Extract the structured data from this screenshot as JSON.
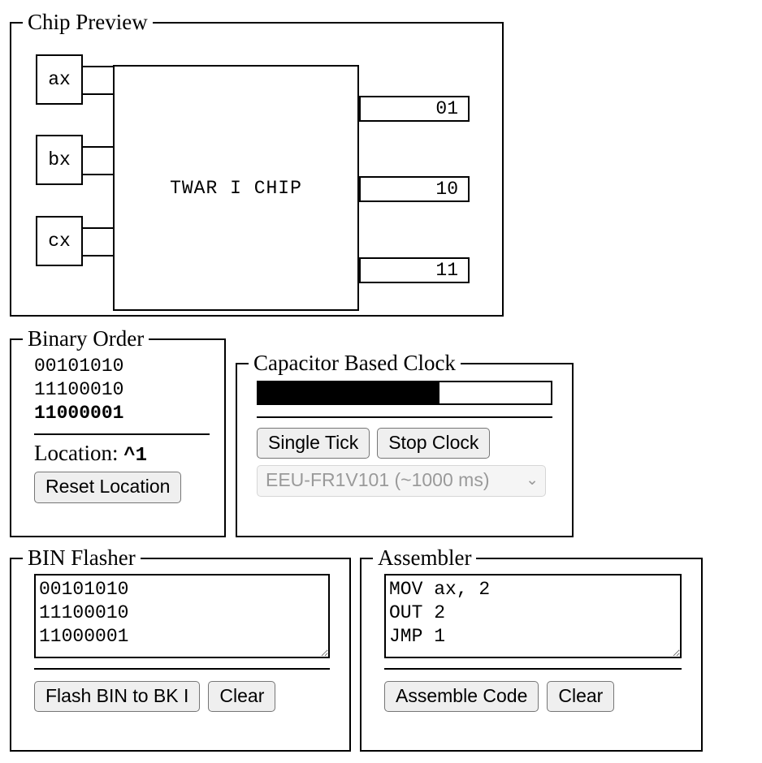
{
  "chip_preview": {
    "legend": "Chip Preview",
    "chip_label": "TWAR I CHIP",
    "registers": [
      {
        "name": "ax"
      },
      {
        "name": "bx"
      },
      {
        "name": "cx"
      }
    ],
    "outputs": [
      {
        "value": "01"
      },
      {
        "value": "10"
      },
      {
        "value": "11"
      }
    ]
  },
  "binary_order": {
    "legend": "Binary Order",
    "lines": [
      {
        "bits": "00101010",
        "current": false
      },
      {
        "bits": "11100010",
        "current": false
      },
      {
        "bits": "11000001",
        "current": true
      }
    ],
    "location_label": "Location:",
    "location_value": "^1",
    "reset_button": "Reset Location"
  },
  "capacitor_clock": {
    "legend": "Capacitor Based Clock",
    "progress_percent": 62,
    "single_tick_button": "Single Tick",
    "stop_clock_button": "Stop Clock",
    "capacitor_select": {
      "selected": "EEU-FR1V101 (~1000 ms)",
      "disabled": true,
      "caret": "⌄"
    }
  },
  "bin_flasher": {
    "legend": "BIN Flasher",
    "textarea_value": "00101010\n11100010\n11000001",
    "flash_button": "Flash BIN to BK I",
    "clear_button": "Clear"
  },
  "assembler": {
    "legend": "Assembler",
    "textarea_value": "MOV ax, 2\nOUT 2\nJMP 1",
    "assemble_button": "Assemble Code",
    "clear_button": "Clear"
  },
  "colors": {
    "ink": "#000000",
    "button_face": "#efefef",
    "button_border": "#767676",
    "disabled_text": "#9a9a9a"
  }
}
